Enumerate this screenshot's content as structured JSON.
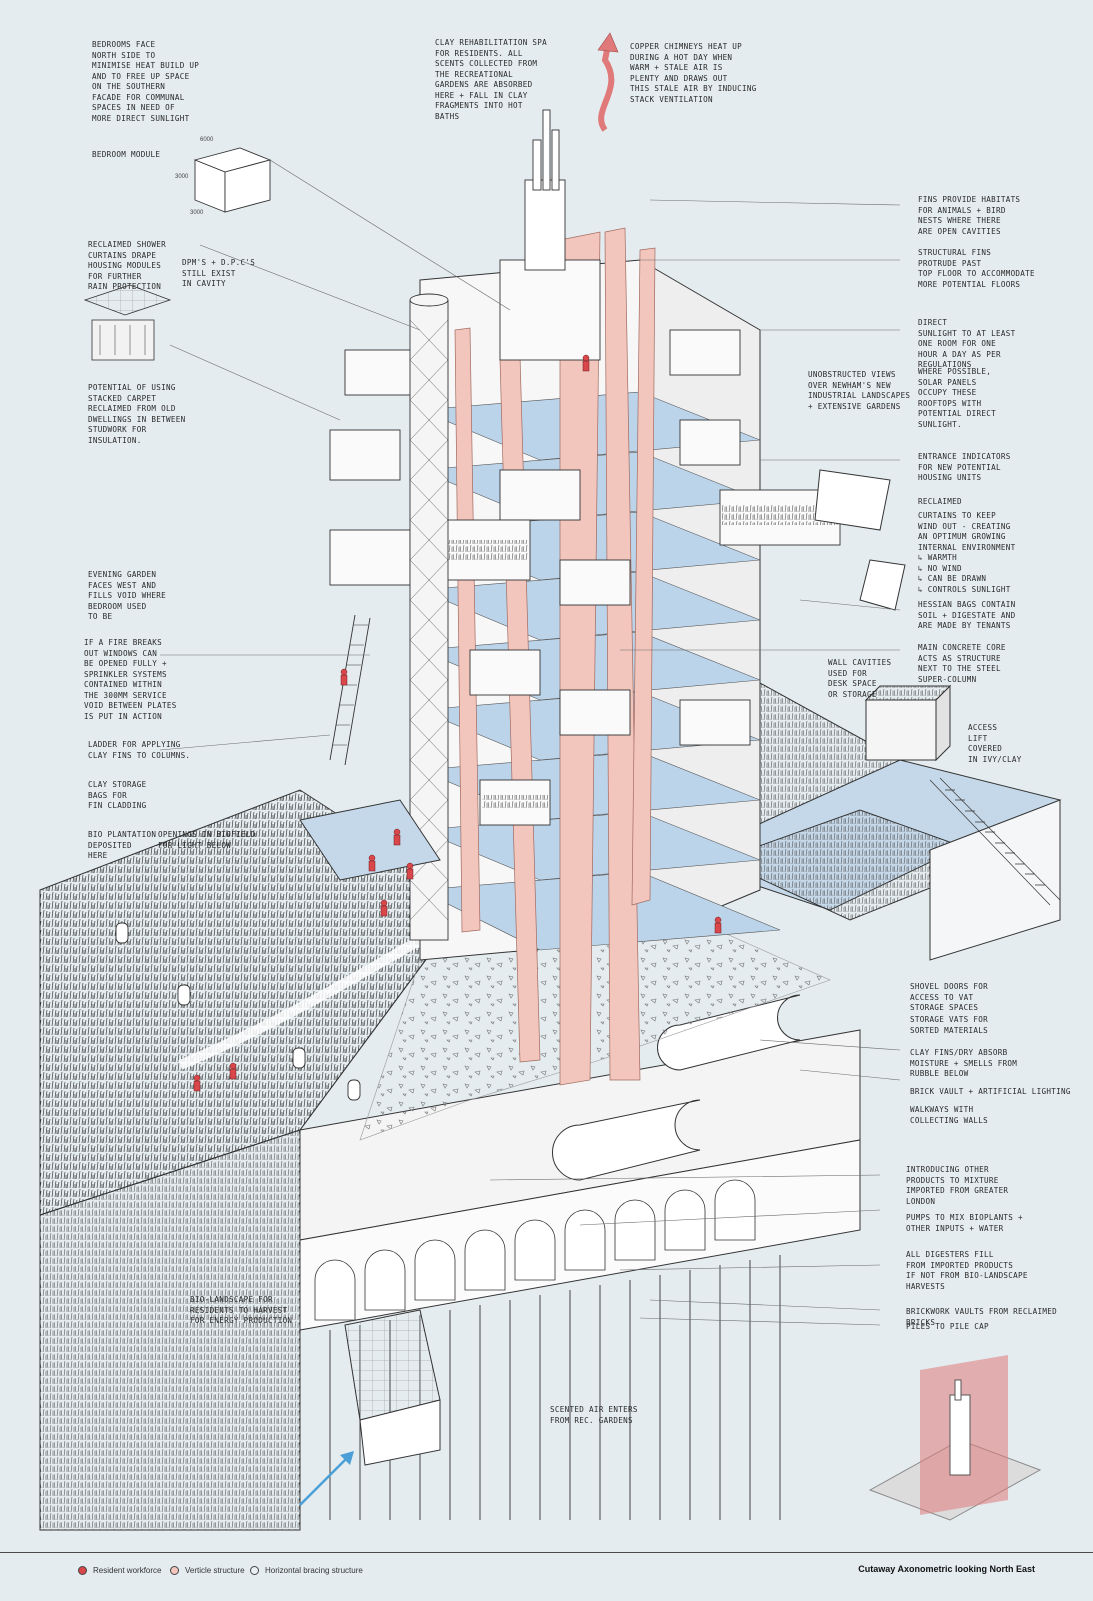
{
  "colors": {
    "background": "#e4ecef",
    "resident_red": "#d9474a",
    "vertical_pink": "#f2c6bc",
    "horizontal_blue": "#bcd4ea",
    "ink": "#2a2a2a"
  },
  "notes": {
    "n1": "Bedrooms face\nnorth side to\nminimise heat build up\nand to free up space\non the southern\nfacade for communal\nspaces in need of\nmore direct sunlight",
    "n2": "Bedroom module",
    "n3": "Reclaimed shower\ncurtains drape\nhousing modules\nfor further\nrain protection",
    "n4": "DPM's + D.P.C's\nstill exist\nin cavity",
    "n5": "Potential of using\nstacked carpet\nreclaimed from old\ndwellings in between\nstudwork for\ninsulation.",
    "n6": "Clay rehabilitation spa\nfor residents. All\nscents collected from\nthe recreational\ngardens are absorbed\nhere + fall in clay\nfragments into hot\nbaths",
    "n7": "Copper chimneys heat up\nduring a hot day when\nwarm + stale air is\nplenty and draws out\nthis stale air by inducing\nstack ventilation",
    "n8": "Fins provide habitats\nfor animals + bird\nnests where there\nare open cavities",
    "n9": "Structural fins\nprotrude past\ntop floor to accommodate\nmore potential floors",
    "n10": "Direct\nsunlight to at least\none room for one\nhour a day as per\nregulations",
    "n11": "Where possible,\nsolar panels\noccupy these\nrooftops with\npotential direct\nsunlight.",
    "n12": "Unobstructed views\nover Newham's new\nindustrial landscapes\n+ extensive gardens",
    "n13": "Entrance indicators\nfor new potential\nhousing units",
    "n14": "Reclaimed",
    "n15": "curtains to keep\nwind out - creating\nan optimum growing\ninternal environment\n↳ warmth\n↳ no wind\n↳ can be drawn\n↳ controls sunlight",
    "n16": "Hessian bags contain\nsoil + digestate and\nare made by tenants",
    "n17": "Main concrete core\nacts as structure\nnext to the steel\nsuper-column",
    "n18": "Wall cavities\nused for\ndesk space\nor storage",
    "n19": "Access\nlift\ncovered\nin ivy/clay",
    "n20": "Evening garden\nfaces west and\nfills void where\nbedroom used\nto be",
    "n21": "If a fire breaks\nout windows can\nbe opened fully +\nsprinkler systems\ncontained within\nthe 300mm service\nvoid between plates\nis put in action",
    "n22": "Ladder for applying\nclay fins to columns.",
    "n23": "Clay storage\nbags for\nfin cladding",
    "n24": "Bio plantation\ndeposited\nhere",
    "n25": "Openings in bioField\nfor light below",
    "n26": "Shovel doors for\naccess to vat\nstorage spaces",
    "n27": "Storage vats for\nsorted materials",
    "n28": "Clay fins/dry absorb\nmoisture + smells from\nrubble below",
    "n29": "Brick vault + artificial lighting",
    "n30": "Walkways with\ncollecting walls",
    "n31": "Introducing other\nproducts to mixture\nimported from greater\nLondon",
    "n32": "Pumps to mix bioplants +\nother inputs + water",
    "n33": "All digesters fill\nfrom imported products\nif not from bio-landscape\nharvests",
    "n34": "Brickwork vaults from reclaimed\nbricks",
    "n35": "Piles to pile cap",
    "n36": "Bio-landscape for\nresidents to harvest\nfor energy production",
    "n37": "Scented air enters\nfrom rec. gardens"
  },
  "dims": {
    "d1": "6000",
    "d2": "3000",
    "d3": "3000"
  },
  "legend": {
    "resident": "Resident workforce",
    "vertical": "Verticle structure",
    "horizontal": "Horizontal bracing structure",
    "title": "Cutaway Axonometric looking North East"
  }
}
